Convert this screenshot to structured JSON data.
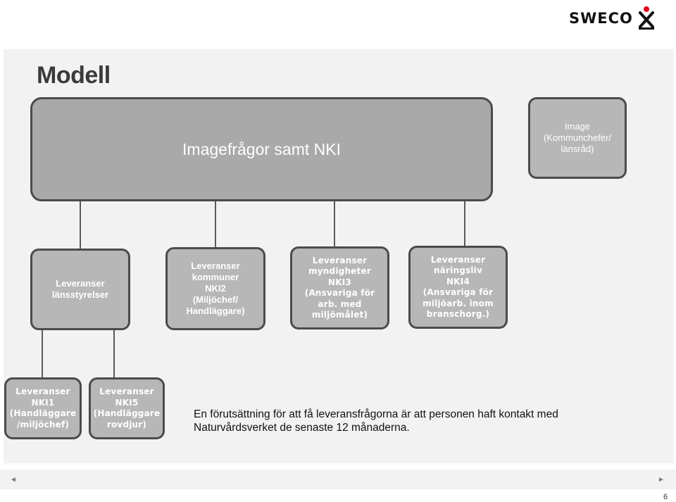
{
  "logo": {
    "text": "SWECO",
    "mark_icon": "sweco-star-mark"
  },
  "slide": {
    "title": "Modell",
    "top_box": {
      "label": "Imagefrågor samt NKI"
    },
    "image_box": {
      "label": "Image\n(Kommunchefer/\nlänsråd)"
    },
    "middle_boxes": [
      {
        "label": "Leveranser\nlänsstyrelser"
      },
      {
        "label": "Leveranser\nkommuner\nNKI2\n(Miljöchef/\nHandläggare)"
      },
      {
        "label": "Leveranser\nmyndigheter\nNKI3\n(Ansvariga för\narb. med\nmiljömålet)"
      },
      {
        "label": "Leveranser\nnäringsliv\nNKI4\n(Ansvariga för\nmiljöarb. inom\nbranschorg.)"
      }
    ],
    "bottom_boxes": [
      {
        "label": "Leveranser\nNKI1\n(Handläggare\n/miljöchef)"
      },
      {
        "label": "Leveranser\nNKI5\n(Handläggare\nrovdjur)"
      }
    ],
    "note": "En förutsättning för att få leveransfrågorna är att personen haft kontakt med Naturvårdsverket de senaste 12 månaderna."
  },
  "navigation": {
    "prev_icon": "prev-triangle-icon",
    "next_icon": "next-triangle-icon",
    "prev_glyph": "◄",
    "next_glyph": "►"
  },
  "page_number": "6",
  "colors": {
    "box_fill": "#b7b7b7",
    "box_border": "#4b4b4b",
    "background": "#f2f2f2"
  }
}
